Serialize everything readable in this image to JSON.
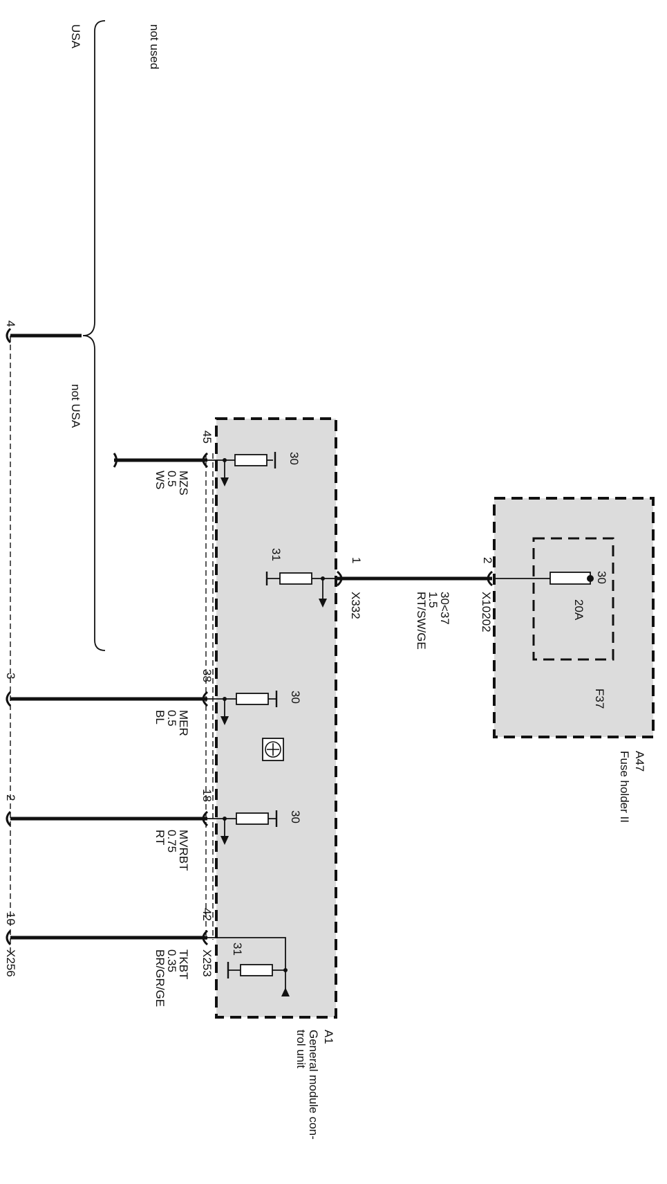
{
  "components": {
    "a47": {
      "id": "A47",
      "name": "Fuse holder II"
    },
    "a1": {
      "id": "A1",
      "name": "General module con-\ntrol unit"
    },
    "f37": {
      "id": "F37",
      "rating": "20A",
      "terminal": "30"
    }
  },
  "connectors": {
    "x10202": "X10202",
    "x332": "X332",
    "x253": "X253",
    "x256": "X256"
  },
  "wires": {
    "supply": {
      "circuit": "30<37",
      "size": "1.5",
      "color": "RT/SW/GE",
      "pin_from": "2",
      "pin_to": "1"
    },
    "mzs": {
      "name": "MZS",
      "size": "0.5",
      "color": "WS",
      "pin": "45"
    },
    "mer": {
      "name": "MER",
      "size": "0.5",
      "color": "BL",
      "pin": "38",
      "pin_right": "3"
    },
    "mvrbt": {
      "name": "MVRBT",
      "size": "0.75",
      "color": "RT",
      "pin": "18",
      "pin_right": "2"
    },
    "tkbt": {
      "name": "TKBT",
      "size": "0.35",
      "color": "BR/GR/GE",
      "pin": "42",
      "pin_right": "10"
    }
  },
  "internal": {
    "t30": "30",
    "t31": "31"
  },
  "variants": {
    "not_used": "not used",
    "usa": "USA",
    "not_usa": "not USA",
    "pin_usa": "4"
  }
}
